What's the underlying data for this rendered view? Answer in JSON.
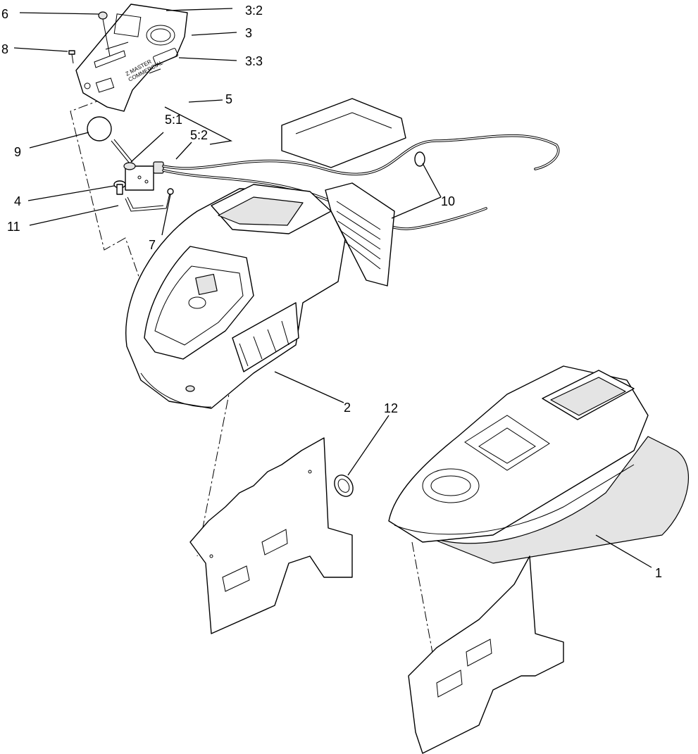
{
  "callouts": {
    "c1": "1",
    "c2": "2",
    "c3": "3",
    "c3_2": "3:2",
    "c3_3": "3:3",
    "c4": "4",
    "c5": "5",
    "c5_1": "5:1",
    "c5_2": "5:2",
    "c6": "6",
    "c7": "7",
    "c8": "8",
    "c9": "9",
    "c10": "10",
    "c11": "11",
    "c12": "12"
  },
  "decal": {
    "brand": "Z MASTER",
    "sub": "COMMERCIAL"
  },
  "colors": {
    "line": "#000000",
    "fill": "#ffffff",
    "shade": "#e4e4e4"
  }
}
